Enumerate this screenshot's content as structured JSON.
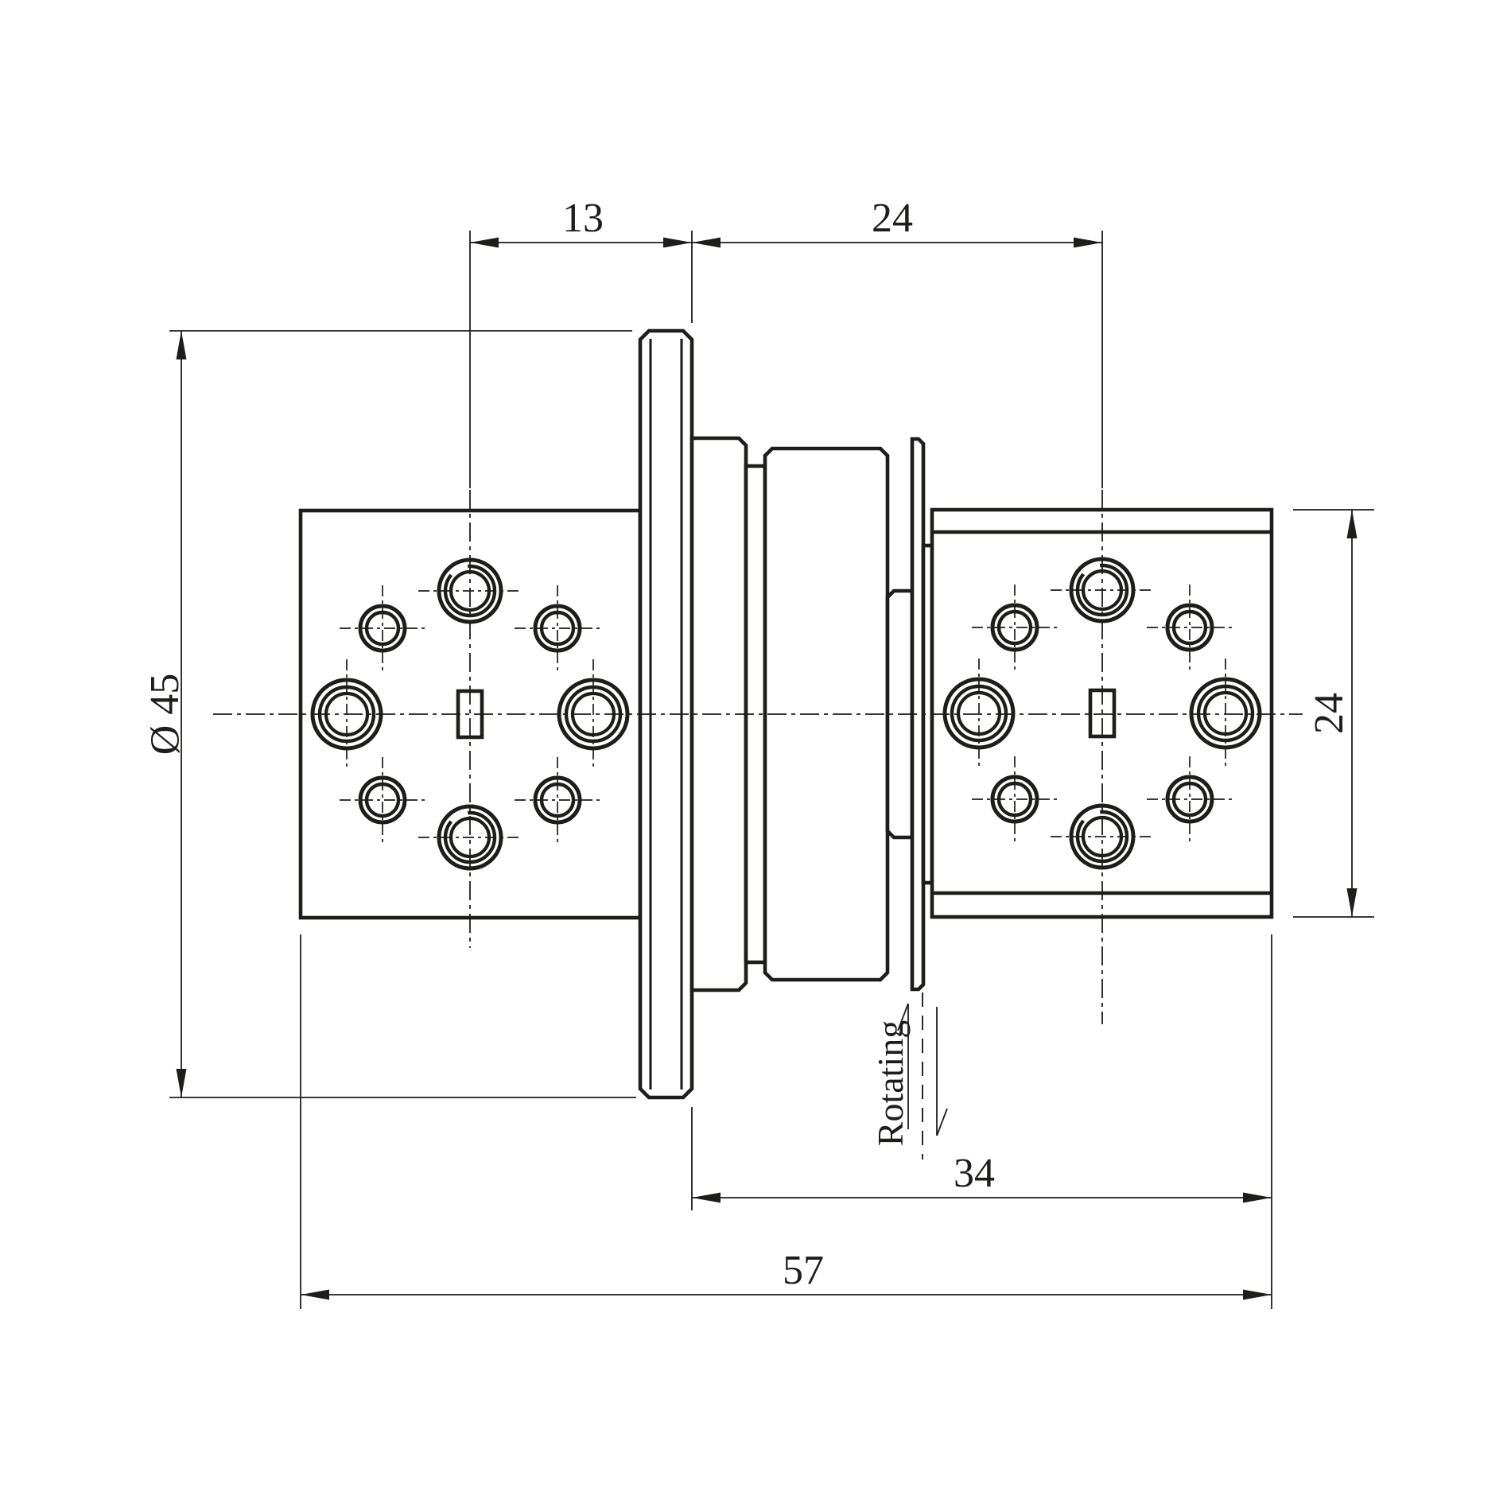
{
  "drawing": {
    "colors": {
      "line": "#1d1d1b",
      "background": "#ffffff"
    },
    "dimensions": {
      "top_left_offset": "13",
      "top_right_offset": "24",
      "flange_diameter": "Ø 45",
      "plate_height": "24",
      "rotor_length": "34",
      "overall_length": "57"
    },
    "labels": {
      "rotating": "Rotating"
    }
  }
}
